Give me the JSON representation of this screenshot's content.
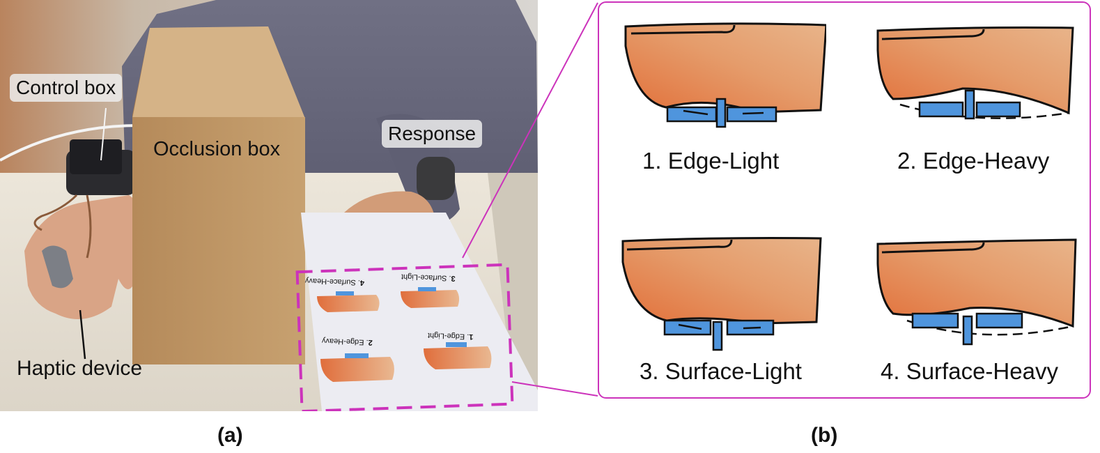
{
  "panel_a": {
    "caption": "(a)",
    "labels": {
      "control_box": "Control box",
      "occlusion_box": "Occlusion box",
      "response": "Response",
      "haptic_device": "Haptic device"
    },
    "sheet_items": [
      {
        "number": "4",
        "label": ". Surface-Heavy"
      },
      {
        "number": "3",
        "label": ". Surface-Light"
      },
      {
        "number": "2",
        "label": ". Edge-Heavy"
      },
      {
        "number": "1",
        "label": ". Edge-Light"
      }
    ]
  },
  "panel_b": {
    "caption": "(b)",
    "conditions": [
      {
        "label": "1. Edge-Light"
      },
      {
        "label": "2. Edge-Heavy"
      },
      {
        "label": "3. Surface-Light"
      },
      {
        "label": "4. Surface-Heavy"
      }
    ]
  },
  "colors": {
    "accent_magenta": "#cc33bb",
    "actuator_blue": "#4f95dd",
    "finger_dark": "#e2703a",
    "finger_light": "#e8b48a",
    "cardboard": "#c49a68"
  }
}
